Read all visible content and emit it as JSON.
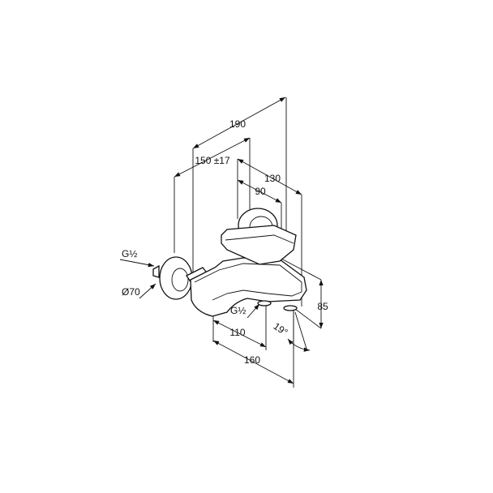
{
  "dimensions": {
    "d190": "190",
    "d150": "150 ±17",
    "d130": "130",
    "d90": "90",
    "d85": "85",
    "d110": "110",
    "d160": "160",
    "angle": "19°",
    "thread_wall": "G½",
    "flange_diameter": "Ø70",
    "thread_outlet": "G½"
  }
}
